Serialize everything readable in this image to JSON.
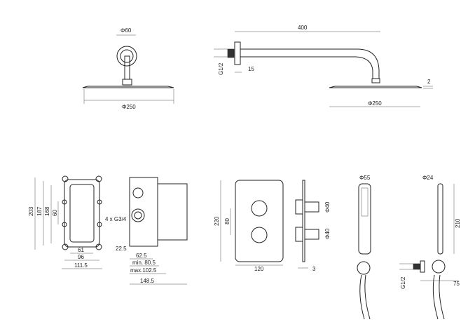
{
  "views": {
    "shower_head_front": {
      "arm_diameter": "Φ60",
      "head_diameter": "Φ250"
    },
    "shower_head_side": {
      "arm_length": "400",
      "thread": "G1/2",
      "flange": "15",
      "head_thickness": "2",
      "head_diameter": "Φ250"
    },
    "box_front": {
      "h_overall": "203",
      "h_187": "187",
      "h_168": "168",
      "h_60": "60",
      "w_61": "61",
      "w_96": "96",
      "w_111": "111.5"
    },
    "box_side": {
      "connections": "4 x G3/4",
      "d_22": "22.5",
      "d_62": "62.5",
      "d_min": "min. 80.5",
      "d_max": "max.102.5",
      "d_total": "148.5"
    },
    "thermostat_plate": {
      "height": "220",
      "spacing": "80",
      "width": "120",
      "knob1": "Φ40",
      "knob2": "Φ40",
      "thickness": "3"
    },
    "hand_shower": {
      "head_diameter": "Φ55",
      "handle_diameter": "Φ24",
      "length": "210",
      "thread": "G1/2",
      "outlet": "75"
    }
  }
}
